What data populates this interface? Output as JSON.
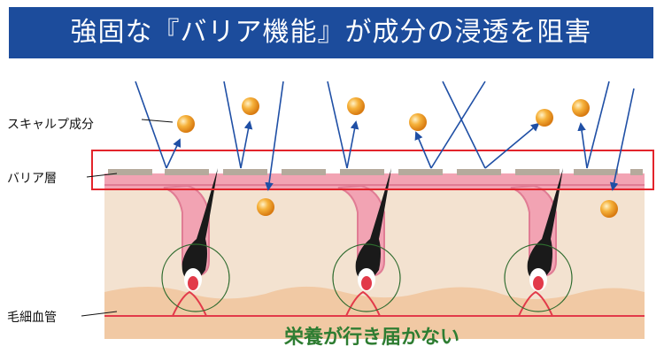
{
  "title": "強固な『バリア機能』が成分の浸透を阻害",
  "labels": {
    "scalp_ingredient": "スキャルプ成分",
    "barrier_layer": "バリア層",
    "capillary": "毛細血管"
  },
  "caption": "栄養が行き届かない",
  "colors": {
    "title_background": "#1c4c9c",
    "title_text": "#ffffff",
    "barrier_highlight": "#e3242b",
    "arrow": "#1f4fa5",
    "ingredient_ball": "#f39a1e",
    "epidermis": "#f2a3b3",
    "dermis": "#f3e2d0",
    "subcutis": "#f1c9a4",
    "hair": "#1a1a1a",
    "follicle_circle": "#2e6b2e",
    "capillary_line": "#e23a4a",
    "caption_text": "#2e7d32"
  },
  "icons": [
    "ingredient-ball-icon",
    "barrier-tile-icon",
    "arrow-icon",
    "hair-follicle-icon"
  ]
}
